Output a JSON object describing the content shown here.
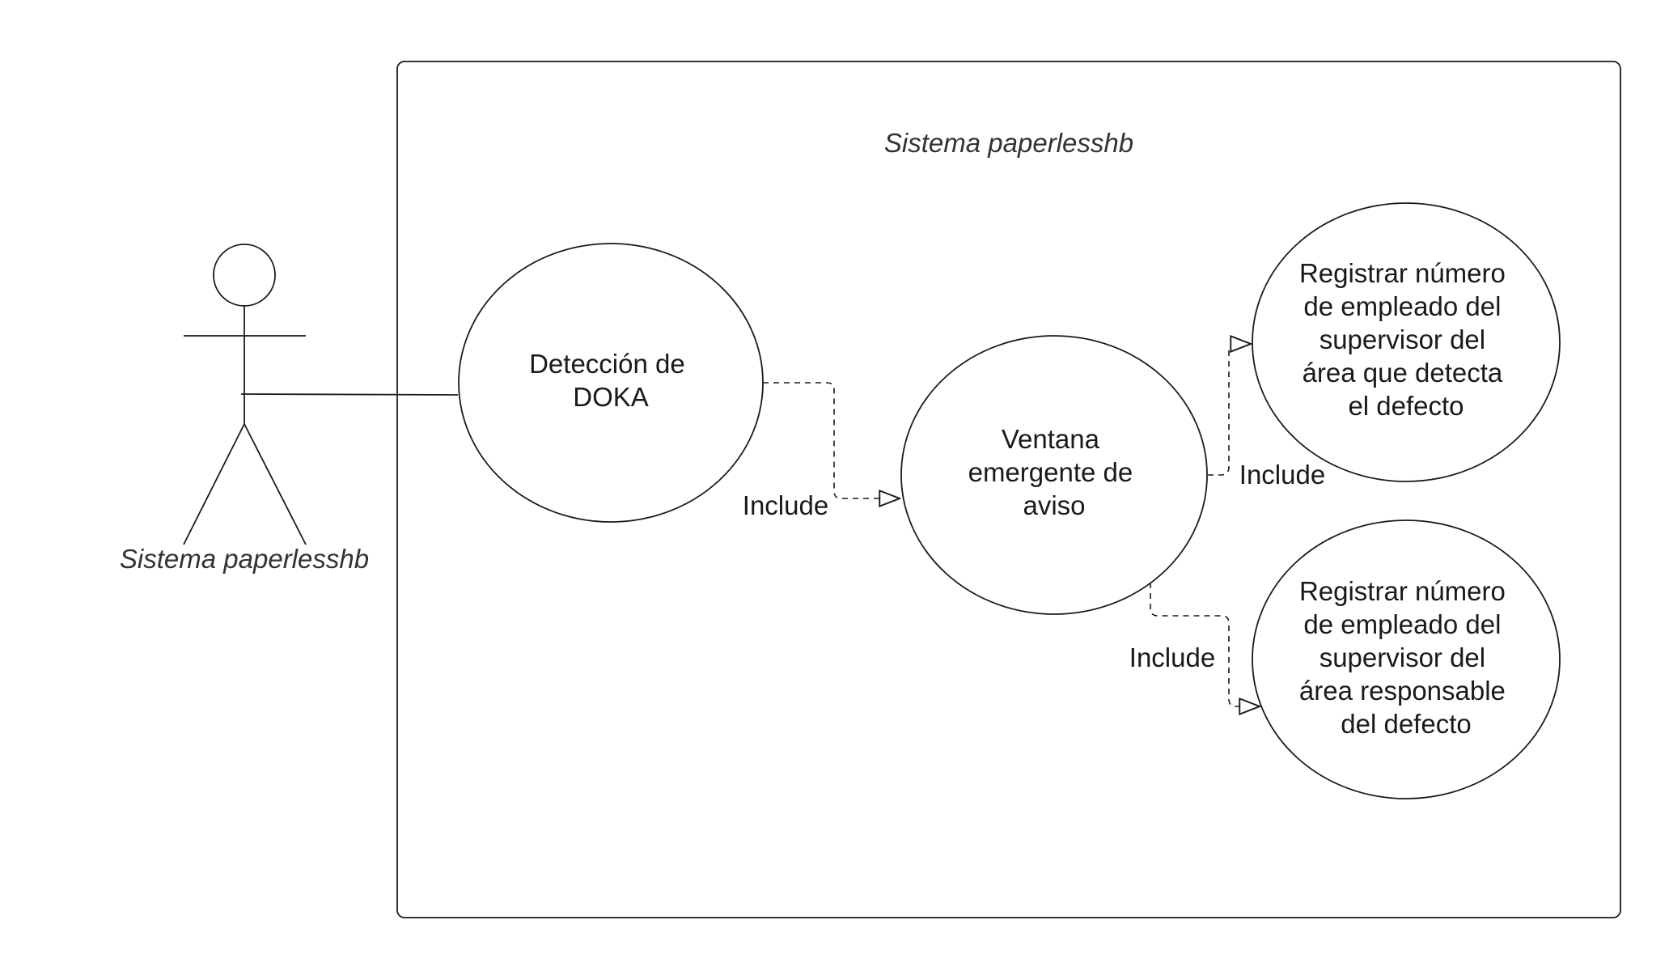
{
  "system": {
    "title": "Sistema paperlesshb"
  },
  "actor": {
    "name": "Sistema paperlesshb"
  },
  "use_cases": {
    "deteccion": {
      "lines": [
        "Detección de",
        "DOKA"
      ]
    },
    "ventana": {
      "lines": [
        "Ventana",
        "emergente de",
        "aviso"
      ]
    },
    "registrar_detecta": {
      "lines": [
        "Registrar número",
        "de empleado del",
        "supervisor del",
        "área que detecta",
        "el defecto"
      ]
    },
    "registrar_responsable": {
      "lines": [
        "Registrar número",
        "de empleado del",
        "supervisor del",
        "área responsable",
        "del defecto"
      ]
    }
  },
  "relations": {
    "include_1": "Include",
    "include_2": "Include",
    "include_3": "Include"
  },
  "colors": {
    "stroke": "#1a1a1a",
    "background": "#ffffff"
  }
}
